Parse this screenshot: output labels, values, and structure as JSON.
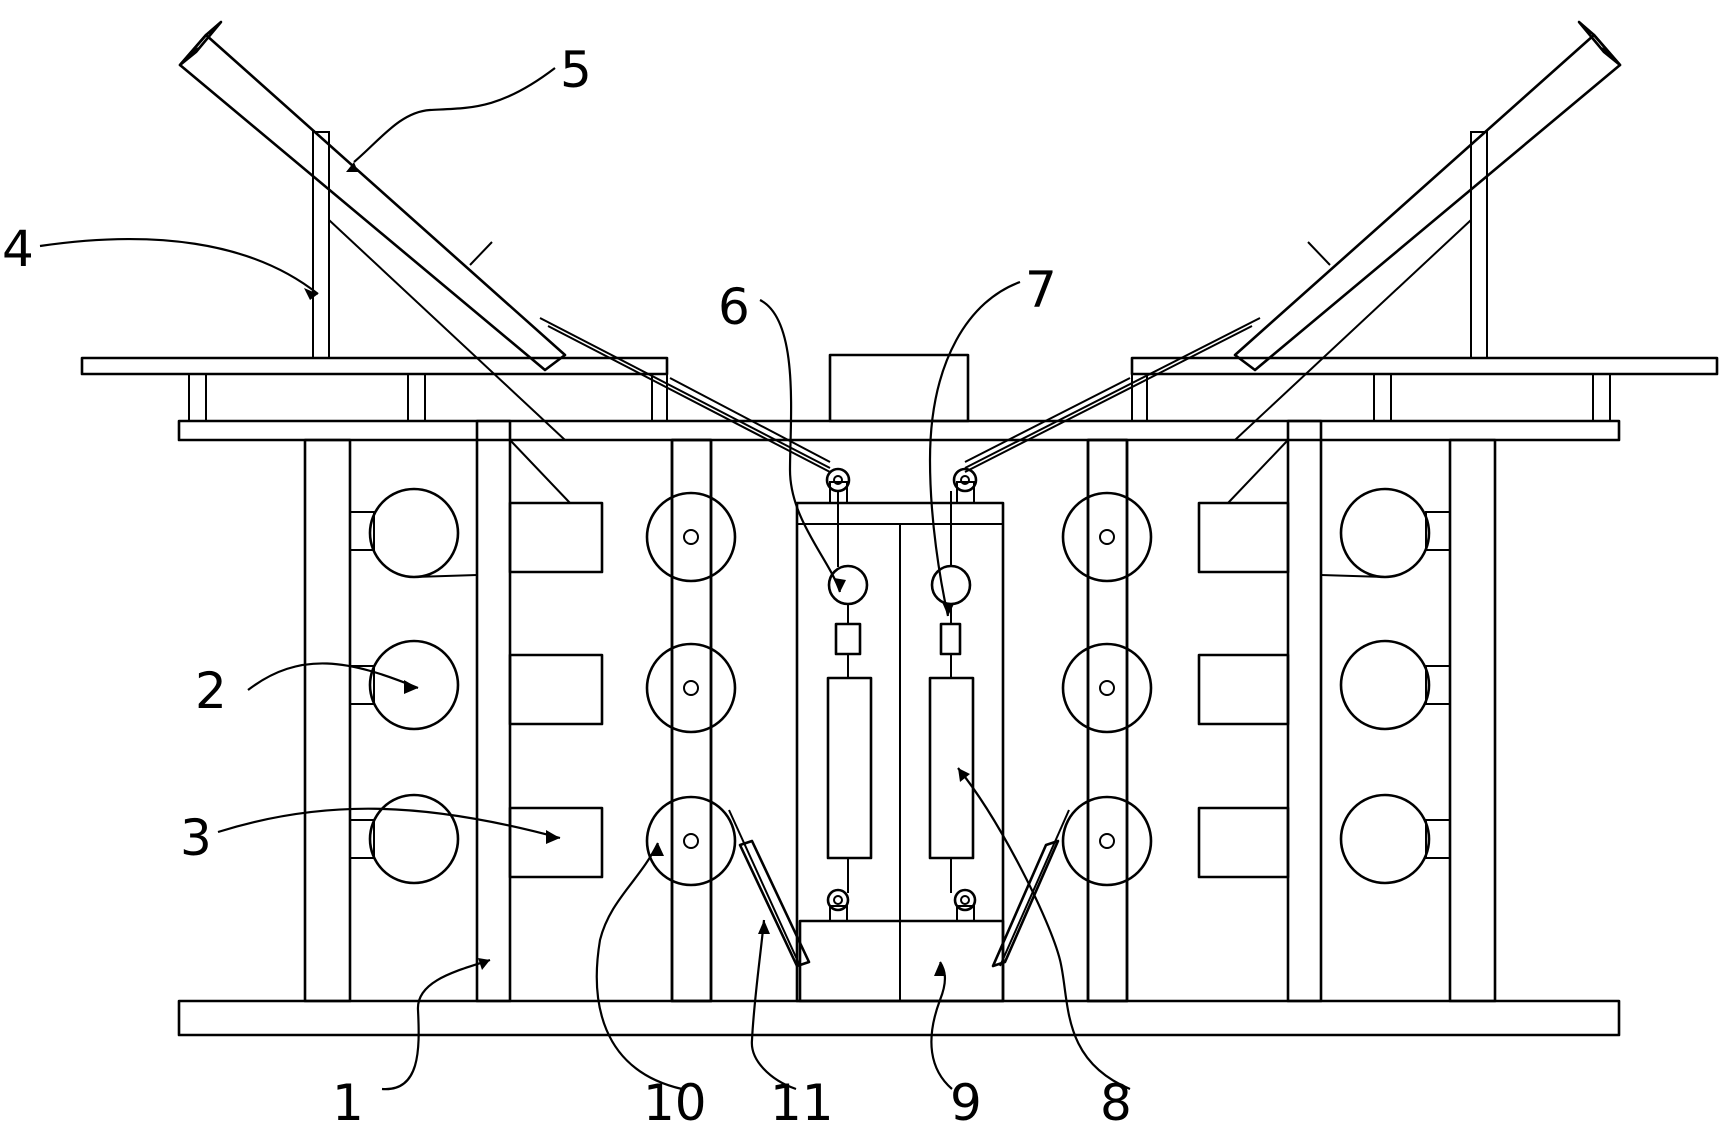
{
  "labels": {
    "l1": "1",
    "l2": "2",
    "l3": "3",
    "l4": "4",
    "l5": "5",
    "l6": "6",
    "l7": "7",
    "l8": "8",
    "l9": "9",
    "l10": "10",
    "l11": "11"
  },
  "colors": {
    "stroke": "#000000",
    "background": "#ffffff"
  }
}
